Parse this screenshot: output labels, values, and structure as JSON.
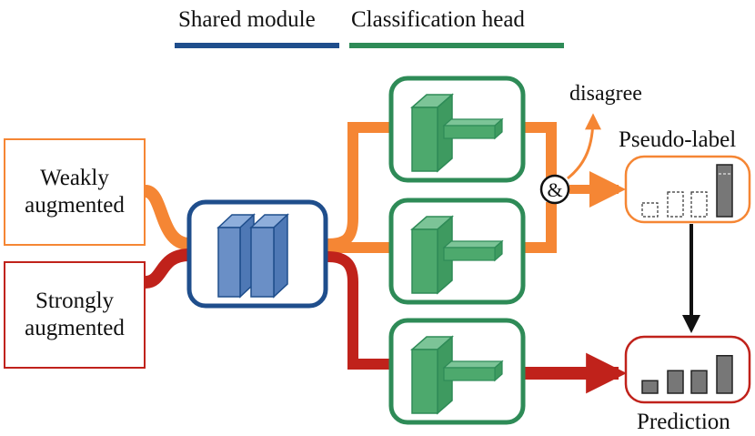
{
  "legend": {
    "shared_label": "Shared module",
    "head_label": "Classification head"
  },
  "inputs": {
    "weak_line1": "Weakly",
    "weak_line2": "augmented",
    "strong_line1": "Strongly",
    "strong_line2": "augmented"
  },
  "labels": {
    "disagree": "disagree",
    "and_symbol": "&",
    "pseudo_label": "Pseudo-label",
    "prediction": "Prediction"
  },
  "colors": {
    "weak_orange": "#F58634",
    "strong_red": "#C0221B",
    "shared_blue": "#1F4E8C",
    "shared_fill": "#6A8FC6",
    "head_green": "#2E8B57",
    "head_fill": "#4DA96D",
    "bar_gray": "#777777"
  },
  "pseudo_label_bars": [
    0.25,
    0.45,
    0.45,
    0.95
  ],
  "prediction_bars": [
    0.25,
    0.45,
    0.45,
    0.75
  ]
}
